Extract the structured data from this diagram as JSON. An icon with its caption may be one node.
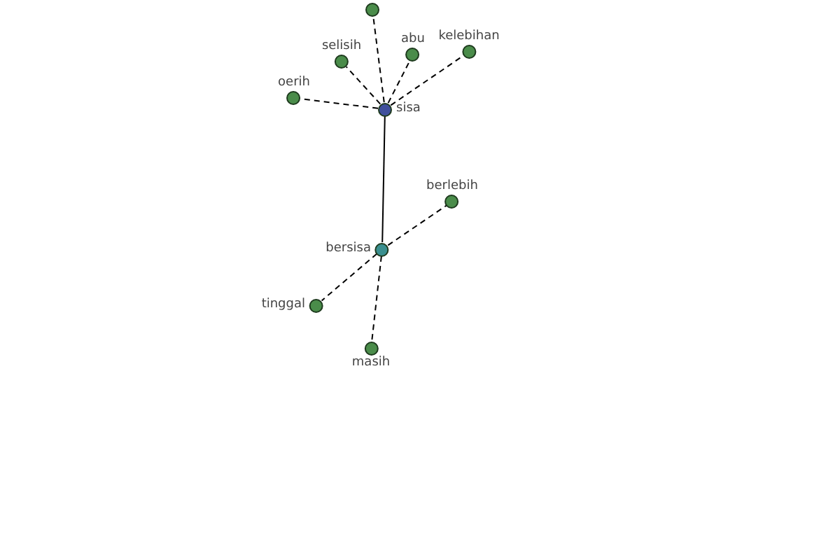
{
  "diagram": {
    "nodes": [
      {
        "text": [
          "sisa"
        ]
      },
      {
        "text": [],
        "shape": "circle"
      },
      {
        "text": [
          "selisih"
        ]
      },
      {
        "text": [
          "abu"
        ]
      },
      {
        "text": [
          "kelebihan"
        ]
      },
      {
        "text": [
          "oerih"
        ]
      },
      {
        "text": [
          "bersisa"
        ]
      },
      {
        "text": [
          "berlebih"
        ]
      },
      {
        "text": [
          "tinggal"
        ]
      },
      {
        "text": [
          "masih"
        ]
      }
    ],
    "edges": [
      {
        "from": 0,
        "to": 1,
        "arrow": "none",
        "style": "dashed"
      },
      {
        "from": 0,
        "to": 2,
        "arrow": "none",
        "style": "dashed"
      },
      {
        "from": 0,
        "to": 3,
        "arrow": "none",
        "style": "dashed"
      },
      {
        "from": 0,
        "to": 4,
        "arrow": "none",
        "style": "dashed"
      },
      {
        "from": 0,
        "to": 5,
        "arrow": "none",
        "style": "dashed"
      },
      {
        "from": 0,
        "to": 6,
        "arrow": "none"
      },
      {
        "from": 6,
        "to": 7,
        "arrow": "none",
        "style": "dashed"
      },
      {
        "from": 6,
        "to": 8,
        "arrow": "none",
        "style": "dashed"
      },
      {
        "from": 6,
        "to": 9,
        "arrow": "none",
        "style": "dashed"
      }
    ]
  }
}
